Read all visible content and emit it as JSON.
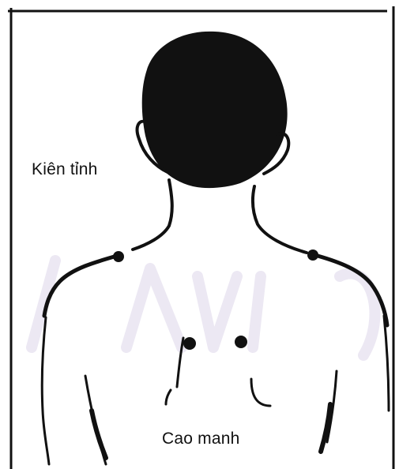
{
  "labels": {
    "kien_tinh": "Kiên tỉnh",
    "cao_manh": "Cao manh"
  },
  "colors": {
    "ink": "#111111",
    "background": "#ffffff",
    "watermark": "#e9e6f2"
  },
  "points": [
    {
      "name": "Kiên tỉnh",
      "side": "left"
    },
    {
      "name": "Kiên tỉnh",
      "side": "right"
    },
    {
      "name": "Cao manh",
      "side": "left"
    },
    {
      "name": "Cao manh",
      "side": "right"
    }
  ]
}
